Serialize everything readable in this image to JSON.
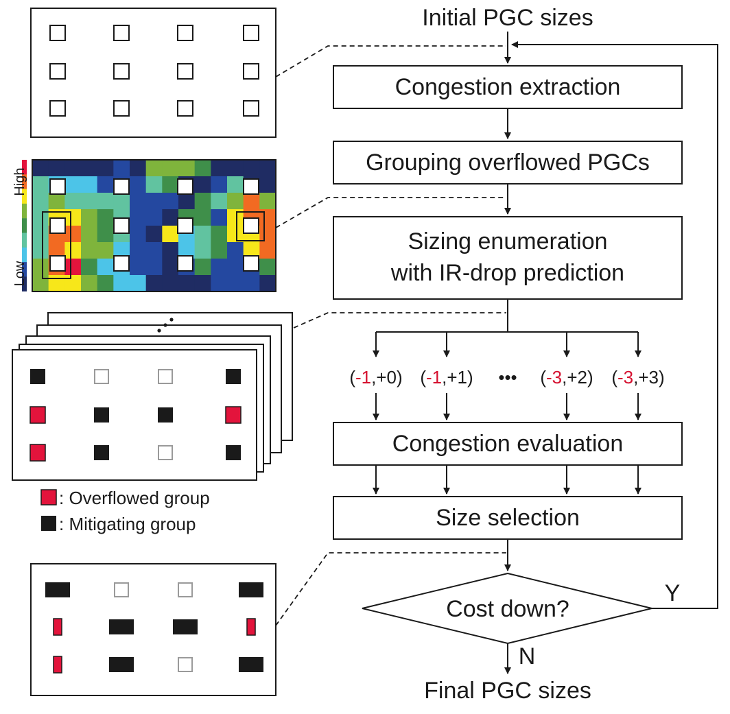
{
  "flow": {
    "start": "Initial PGC sizes",
    "step1": "Congestion extraction",
    "step2": "Grouping overflowed PGCs",
    "step3_line1": "Sizing enumeration",
    "step3_line2": "with IR-drop prediction",
    "step4": "Congestion evaluation",
    "step5": "Size selection",
    "decision": "Cost down?",
    "yes": "Y",
    "no": "N",
    "end": "Final PGC sizes",
    "ellipsis": "•••"
  },
  "candidates": [
    {
      "neg": "-1",
      "pos": ",+0"
    },
    {
      "neg": "-1",
      "pos": ",+1"
    },
    {
      "neg": "-3",
      "pos": ",+2"
    },
    {
      "neg": "-3",
      "pos": ",+3"
    }
  ],
  "heatmap": {
    "high": "High",
    "low": "Low"
  },
  "legend": {
    "overflowed": ": Overflowed group",
    "mitigating": ": Mitigating group"
  },
  "colors": {
    "overflowed": "#e3143c",
    "mitigating": "#1a1a1a",
    "unchanged": "#9a9a9a",
    "negative_text": "#d5102f"
  }
}
